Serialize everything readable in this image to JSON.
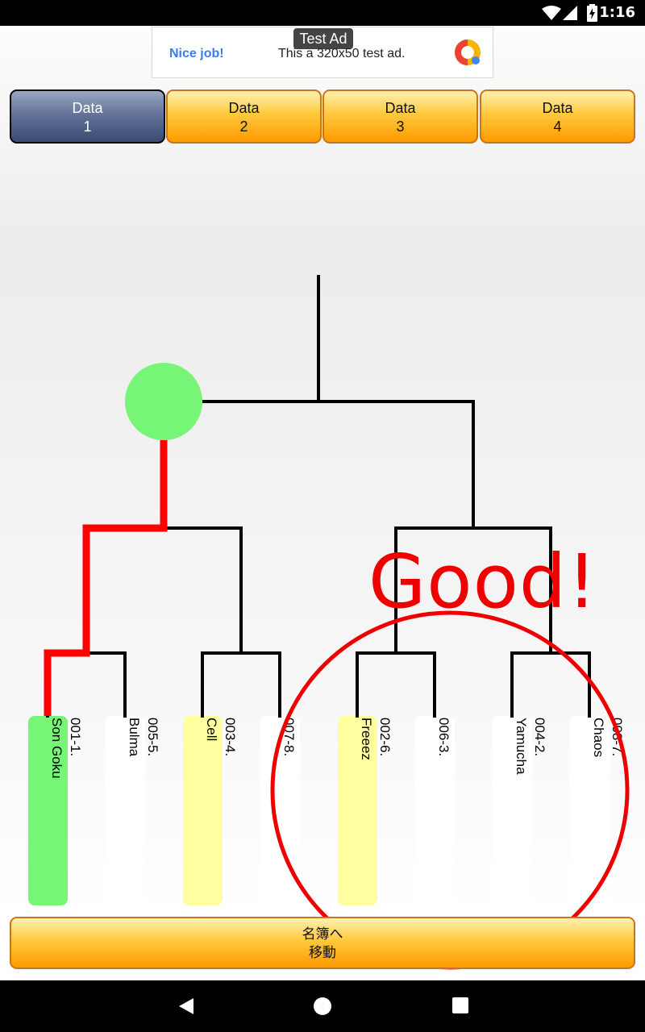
{
  "status_bar": {
    "time": "1:16"
  },
  "ad": {
    "tag": "Test Ad",
    "headline": "Nice job!",
    "message": "This a 320x50 test ad."
  },
  "tabs": [
    {
      "label": "Data\n1",
      "active": true
    },
    {
      "label": "Data\n2",
      "active": false
    },
    {
      "label": "Data\n3",
      "active": false
    },
    {
      "label": "Data\n4",
      "active": false
    }
  ],
  "bracket": {
    "entries": [
      {
        "number": "001-1.",
        "name": "Son Goku",
        "highlight": "#77f576"
      },
      {
        "number": "005-5.",
        "name": "Bulma",
        "highlight": "#ffffff"
      },
      {
        "number": "003-4.",
        "name": "Cell",
        "highlight": "#ffff9f"
      },
      {
        "number": "007-8.",
        "name": "",
        "highlight": "#ffffff"
      },
      {
        "number": "002-6.",
        "name": "Freeez",
        "highlight": "#ffff9f"
      },
      {
        "number": "006-3.",
        "name": "",
        "highlight": "#ffffff"
      },
      {
        "number": "004-2.",
        "name": "Yamucha",
        "highlight": "#ffffff"
      },
      {
        "number": "008-7.",
        "name": "Chaos",
        "highlight": "#ffffff"
      }
    ],
    "winner_marker_color": "#77f576",
    "winner_path_color": "#ff0000",
    "result_text": "Good!",
    "result_color": "#ee0000"
  },
  "bottom_button": {
    "label": "名簿へ\n移動"
  },
  "nav_icons": [
    "back-icon",
    "home-icon",
    "recents-icon"
  ]
}
